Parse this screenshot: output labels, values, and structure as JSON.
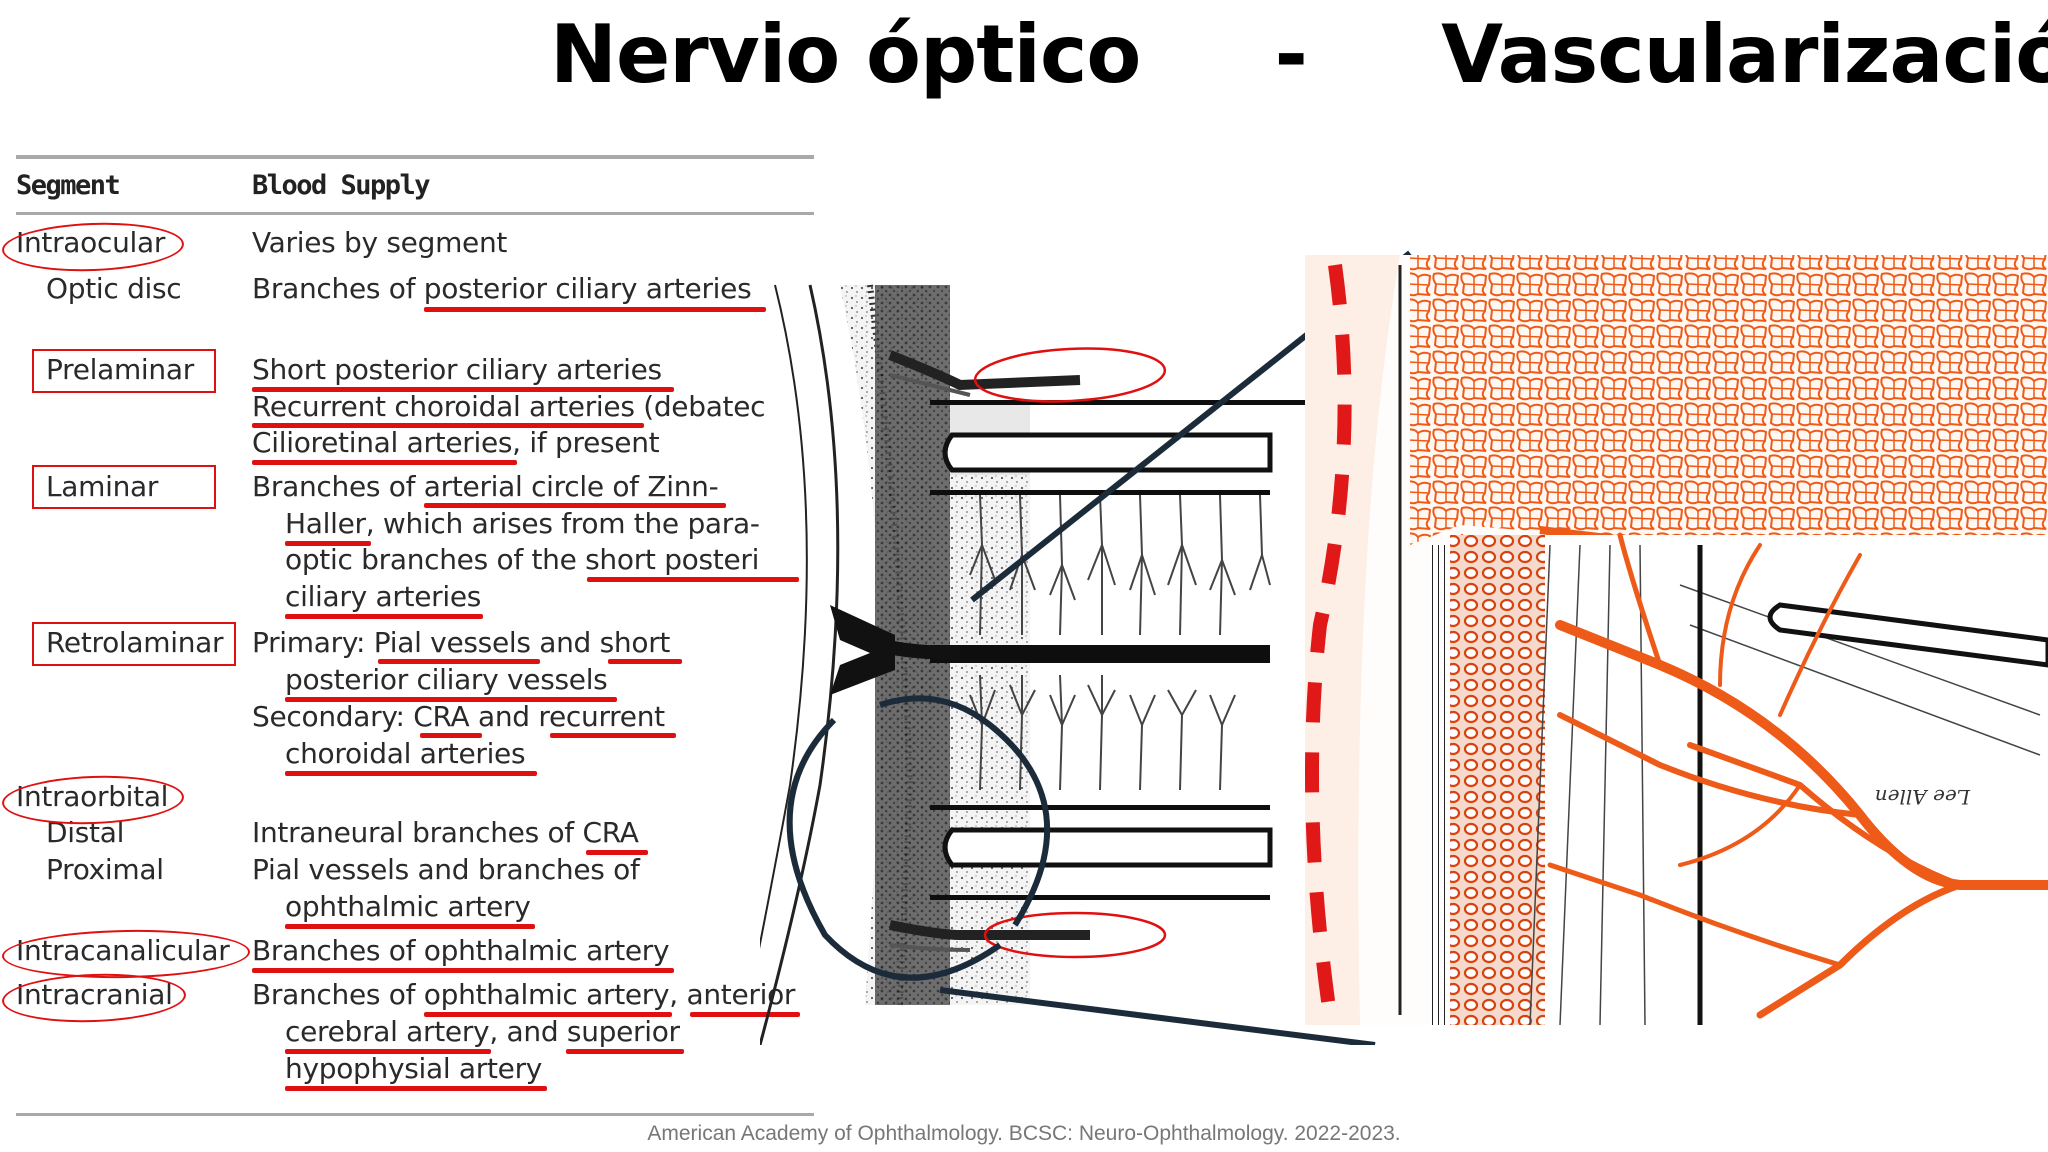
{
  "title": {
    "left": "Nervio óptico",
    "separator": "-",
    "right": "Vascularización"
  },
  "table": {
    "headers": [
      "Segment",
      "Blood Supply"
    ],
    "rows": [
      {
        "segment": "Intraocular",
        "supply": "Varies by segment"
      },
      {
        "segment": "Optic disc",
        "supply": "Branches of posterior ciliary arteries"
      },
      {
        "segment": "Prelaminar",
        "supply": "Short posterior ciliary arteries"
      },
      {
        "segment": "",
        "supply": "Recurrent choroidal arteries (debatec"
      },
      {
        "segment": "",
        "supply": "Cilioretinal arteries, if present"
      },
      {
        "segment": "Laminar",
        "supply": "Branches of arterial circle of Zinn-"
      },
      {
        "segment": "",
        "supply": "Haller, which arises from the para-"
      },
      {
        "segment": "",
        "supply": "optic branches of the short posteri"
      },
      {
        "segment": "",
        "supply": "ciliary arteries"
      },
      {
        "segment": "Retrolaminar",
        "supply": "Primary: Pial vessels and short"
      },
      {
        "segment": "",
        "supply": "posterior ciliary vessels"
      },
      {
        "segment": "",
        "supply": "Secondary: CRA and recurrent"
      },
      {
        "segment": "",
        "supply": "choroidal arteries"
      },
      {
        "segment": "Intraorbital",
        "supply": ""
      },
      {
        "segment": "Distal",
        "supply": "Intraneural branches of CRA"
      },
      {
        "segment": "Proximal",
        "supply": "Pial vessels and branches of"
      },
      {
        "segment": "",
        "supply": "ophthalmic artery"
      },
      {
        "segment": "Intracanalicular",
        "supply": "Branches of ophthalmic artery"
      },
      {
        "segment": "Intracranial",
        "supply": "Branches of ophthalmic artery, anterior"
      },
      {
        "segment": "",
        "supply": "cerebral artery, and superior"
      },
      {
        "segment": "",
        "supply": "hypophysial artery"
      }
    ]
  },
  "figure": {
    "signature": "Lee Allen"
  },
  "caption": "American Academy of Ophthalmology. BCSC: Neuro-Ophthalmology. 2022-2023.",
  "colors": {
    "annotation": "#e01010",
    "vessel": "#ee5a18",
    "zoom_lines": "#1c2b3a"
  }
}
